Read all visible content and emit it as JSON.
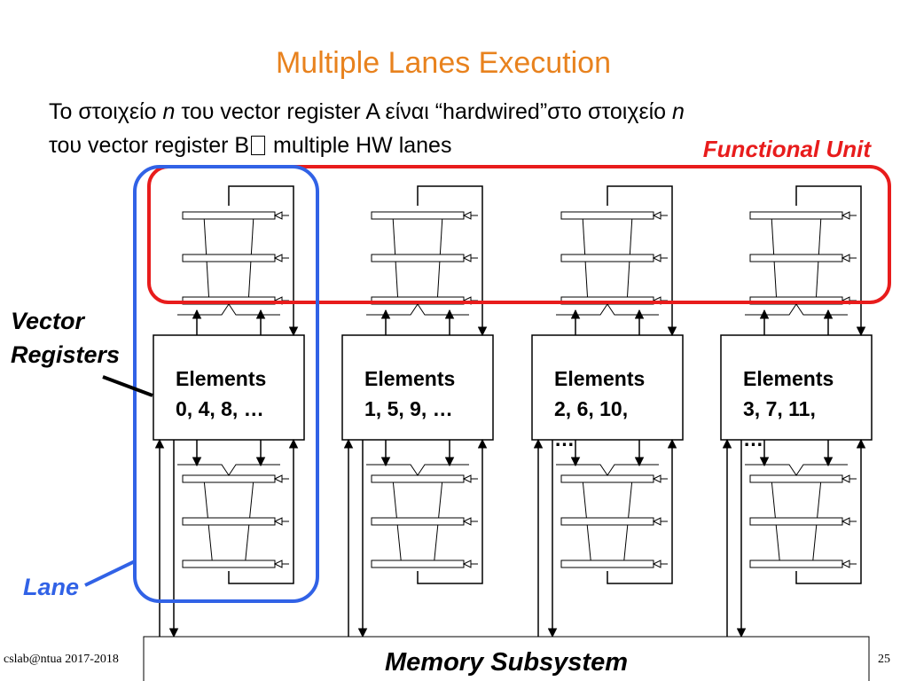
{
  "slide": {
    "title": "Multiple Lanes Execution",
    "subtitle_line1_part1": "Το στοιχείο ",
    "subtitle_line1_n1": "n",
    "subtitle_line1_part2": " του vector register A είναι “hardwired”στο στοιχείο ",
    "subtitle_line1_n2": "n",
    "subtitle_line2_part1": "του vector register B",
    "subtitle_line2_part2": " multiple HW lanes",
    "footer_left": "cslab@ntua 2017-2018",
    "page_number": "25"
  },
  "diagram": {
    "functional_unit_label": "Functional  Unit",
    "vector_registers_label_line1": "Vector",
    "vector_registers_label_line2": "Registers",
    "lane_label": "Lane",
    "memory_label": "Memory Subsystem",
    "lanes": [
      {
        "heading": "Elements",
        "line2": "0, 4, 8, …",
        "line3": ""
      },
      {
        "heading": "Elements",
        "line2": "1, 5, 9, …",
        "line3": ""
      },
      {
        "heading": "Elements",
        "line2": "2, 6, 10,",
        "line3": "…"
      },
      {
        "heading": "Elements",
        "line2": "3, 7, 11,",
        "line3": "…"
      }
    ],
    "colors": {
      "title": "#e8821e",
      "functional_unit_highlight": "#e81c1c",
      "lane_highlight": "#3162e6",
      "lines": "#000000"
    }
  }
}
